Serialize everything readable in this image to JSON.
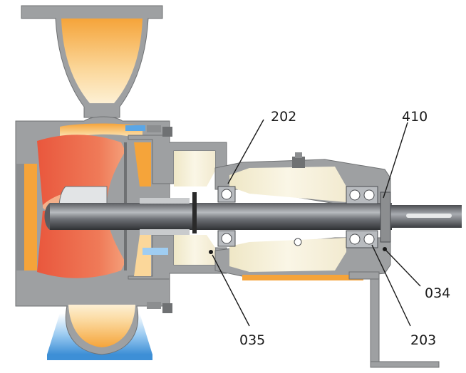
{
  "diagram": {
    "callouts": [
      {
        "id": "202",
        "label": "202"
      },
      {
        "id": "410",
        "label": "410"
      },
      {
        "id": "034",
        "label": "034"
      },
      {
        "id": "035",
        "label": "035"
      },
      {
        "id": "203",
        "label": "203"
      }
    ]
  },
  "colors": {
    "housing": "#9ea0a2",
    "housing_dark": "#6f7173",
    "cavity_orange": "#f5a43a",
    "cavity_light": "#fbd79a",
    "impeller_red": "#e9573d",
    "impeller_light": "#f4a07a",
    "shaft_dark": "#3c3e42",
    "shaft_mid": "#8d9095",
    "base_blue": "#3d8fd6",
    "interior_cream": "#f7f2dc"
  }
}
